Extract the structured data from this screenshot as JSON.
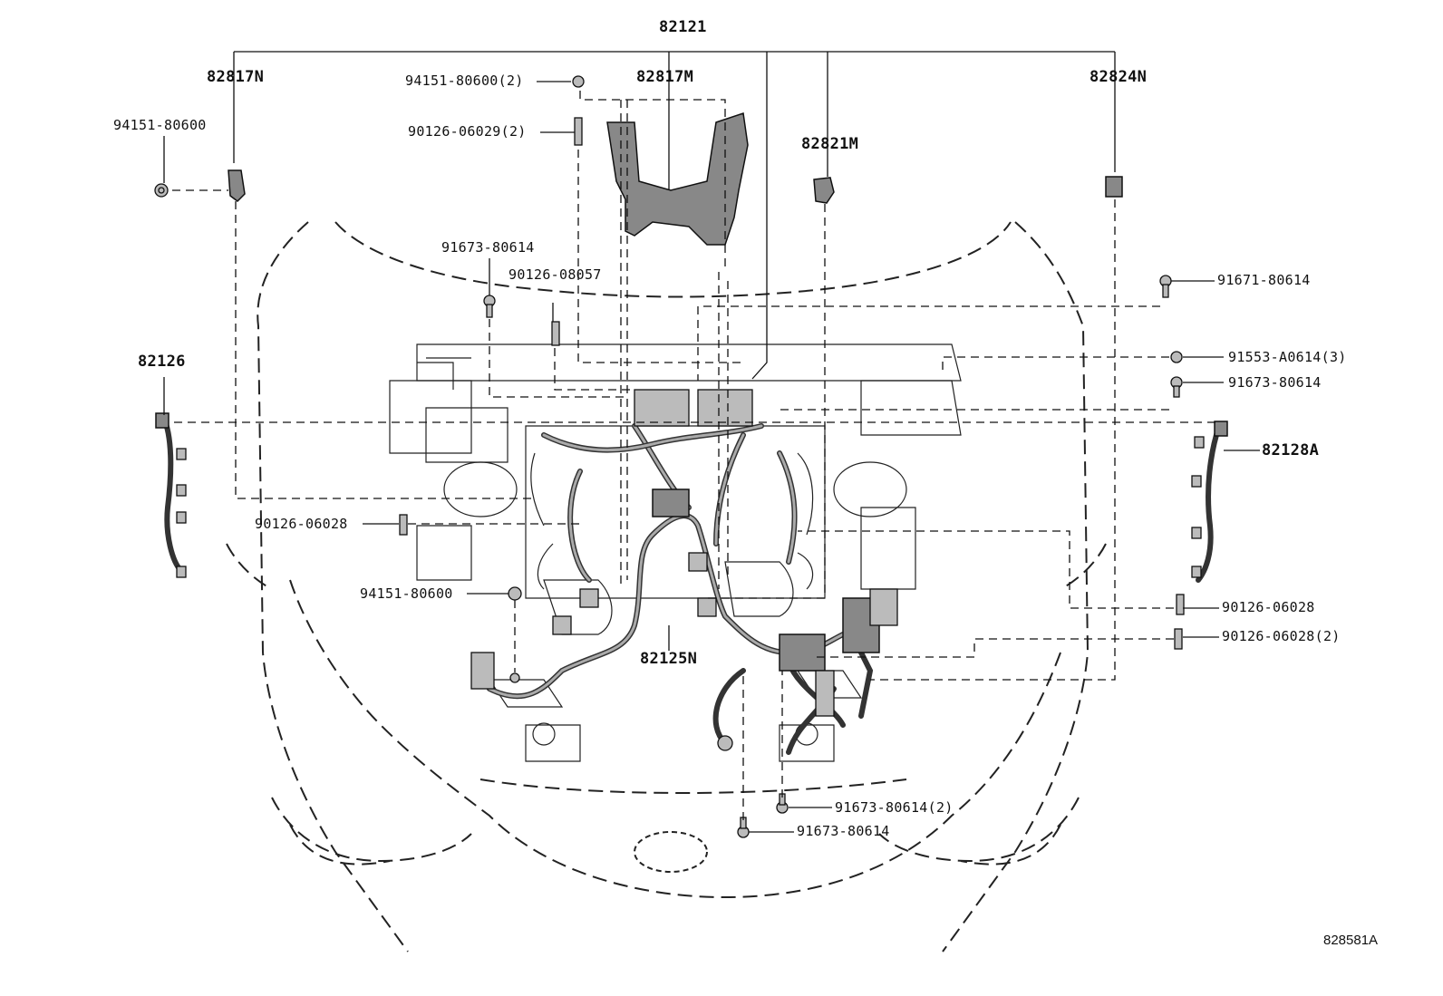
{
  "labels": {
    "p82121": "82121",
    "p82817N": "82817N",
    "p82817M": "82817M",
    "p82821M": "82821M",
    "p82824N": "82824N",
    "p82126": "82126",
    "p82128A": "82128A",
    "p82125N": "82125N",
    "p94151_80600_2": "94151-80600(2)",
    "p90126_06029_2": "90126-06029(2)",
    "p94151_80600_a": "94151-80600",
    "p91673_80614_a": "91673-80614",
    "p90126_08057": "90126-08057",
    "p91671_80614": "91671-80614",
    "p91553_A0614_3": "91553-A0614(3)",
    "p91673_80614_b": "91673-80614",
    "p90126_06028_a": "90126-06028",
    "p94151_80600_b": "94151-80600",
    "p90126_06028_b": "90126-06028",
    "p90126_06028_2": "90126-06028(2)",
    "p91673_80614_2": "91673-80614(2)",
    "p91673_80614_c": "91673-80614"
  },
  "diagram_id": "828581A"
}
